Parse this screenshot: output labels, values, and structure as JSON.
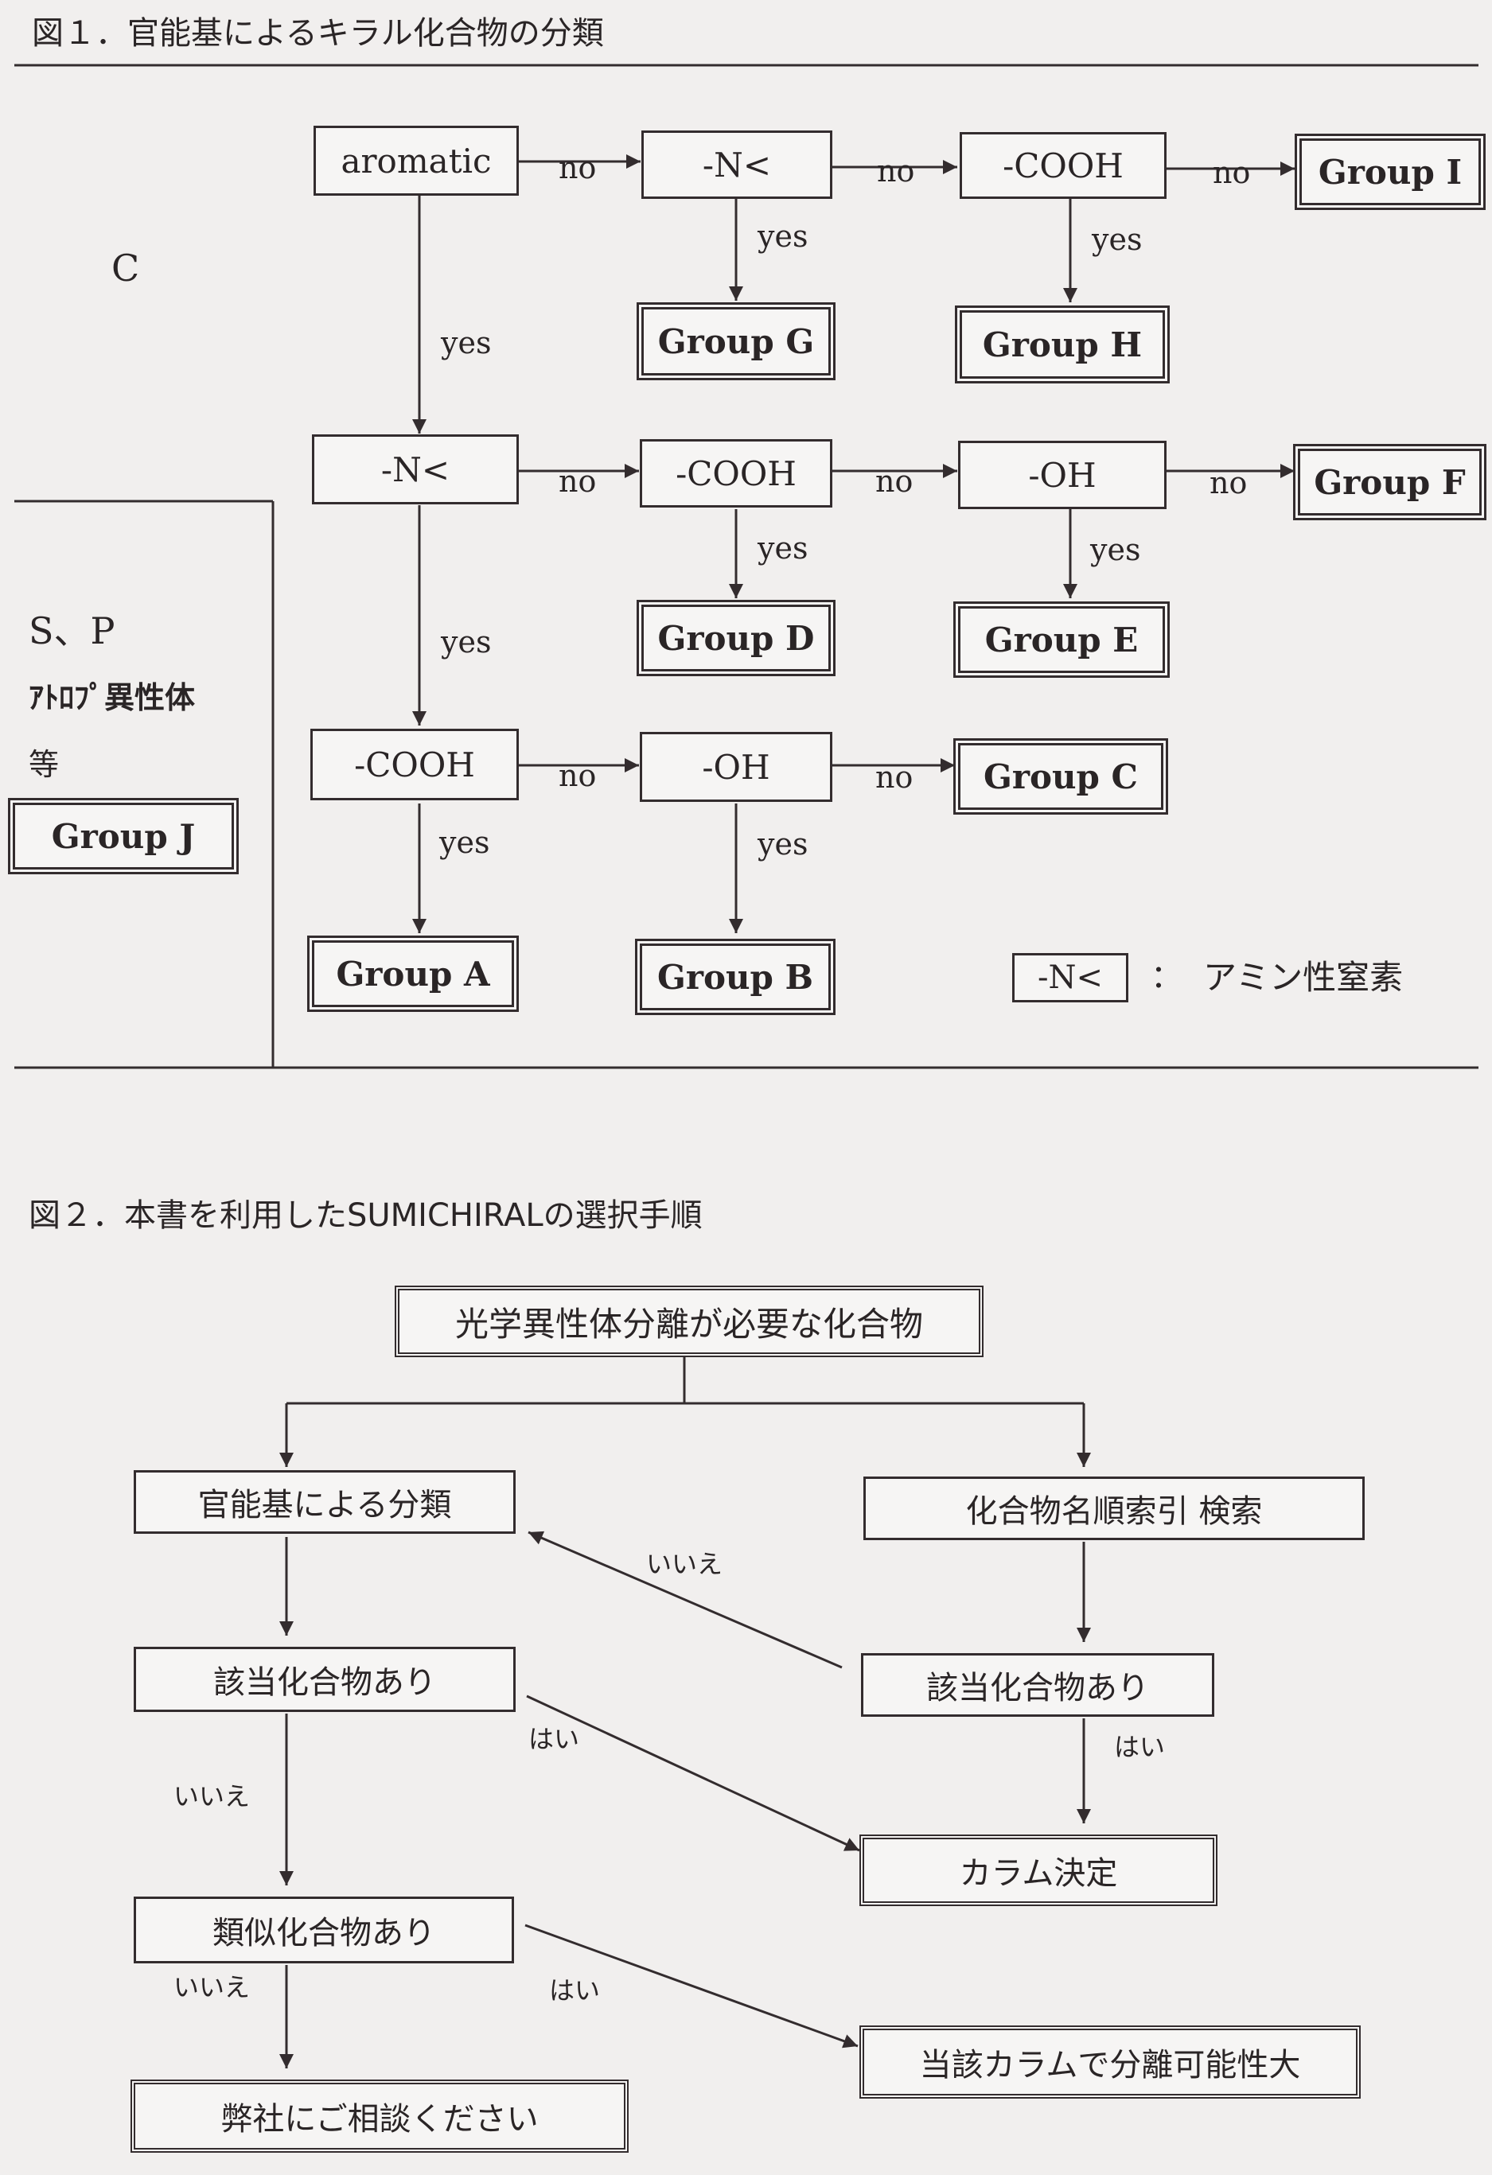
{
  "figure1": {
    "title": "図１．官能基によるキラル化合物の分類",
    "side_label_c": "C",
    "side_label_sp": "S、P",
    "side_label_atropisomer": "ｱﾄﾛﾌﾟ異性体",
    "side_label_etc": "等",
    "legend_symbol": "-N<",
    "legend_colon": "：",
    "legend_text": "アミン性窒素",
    "nodes": {
      "aromatic": "aromatic",
      "n1": "-N<",
      "cooh1": "-COOH",
      "group_i": "Group I",
      "group_g": "Group G",
      "group_h": "Group H",
      "n2": "-N<",
      "cooh2": "-COOH",
      "oh1": "-OH",
      "group_f": "Group F",
      "group_d": "Group D",
      "group_e": "Group E",
      "cooh3": "-COOH",
      "oh2": "-OH",
      "group_c": "Group C",
      "group_j": "Group J",
      "group_a": "Group A",
      "group_b": "Group B"
    },
    "edge_labels": {
      "no": "no",
      "yes": "yes"
    }
  },
  "figure2": {
    "title": "図２．本書を利用したSUMICHIRALの選択手順",
    "nodes": {
      "start": "光学異性体分離が必要な化合物",
      "classify": "官能基による分類",
      "index_search": "化合物名順索引  検索",
      "found_left": "該当化合物あり",
      "found_right": "該当化合物あり",
      "column": "カラム決定",
      "similar": "類似化合物あり",
      "possible": "当該カラムで分離可能性大",
      "consult": "弊社にご相談ください"
    },
    "edge_labels": {
      "iie": "いいえ",
      "hai": "はい"
    }
  }
}
